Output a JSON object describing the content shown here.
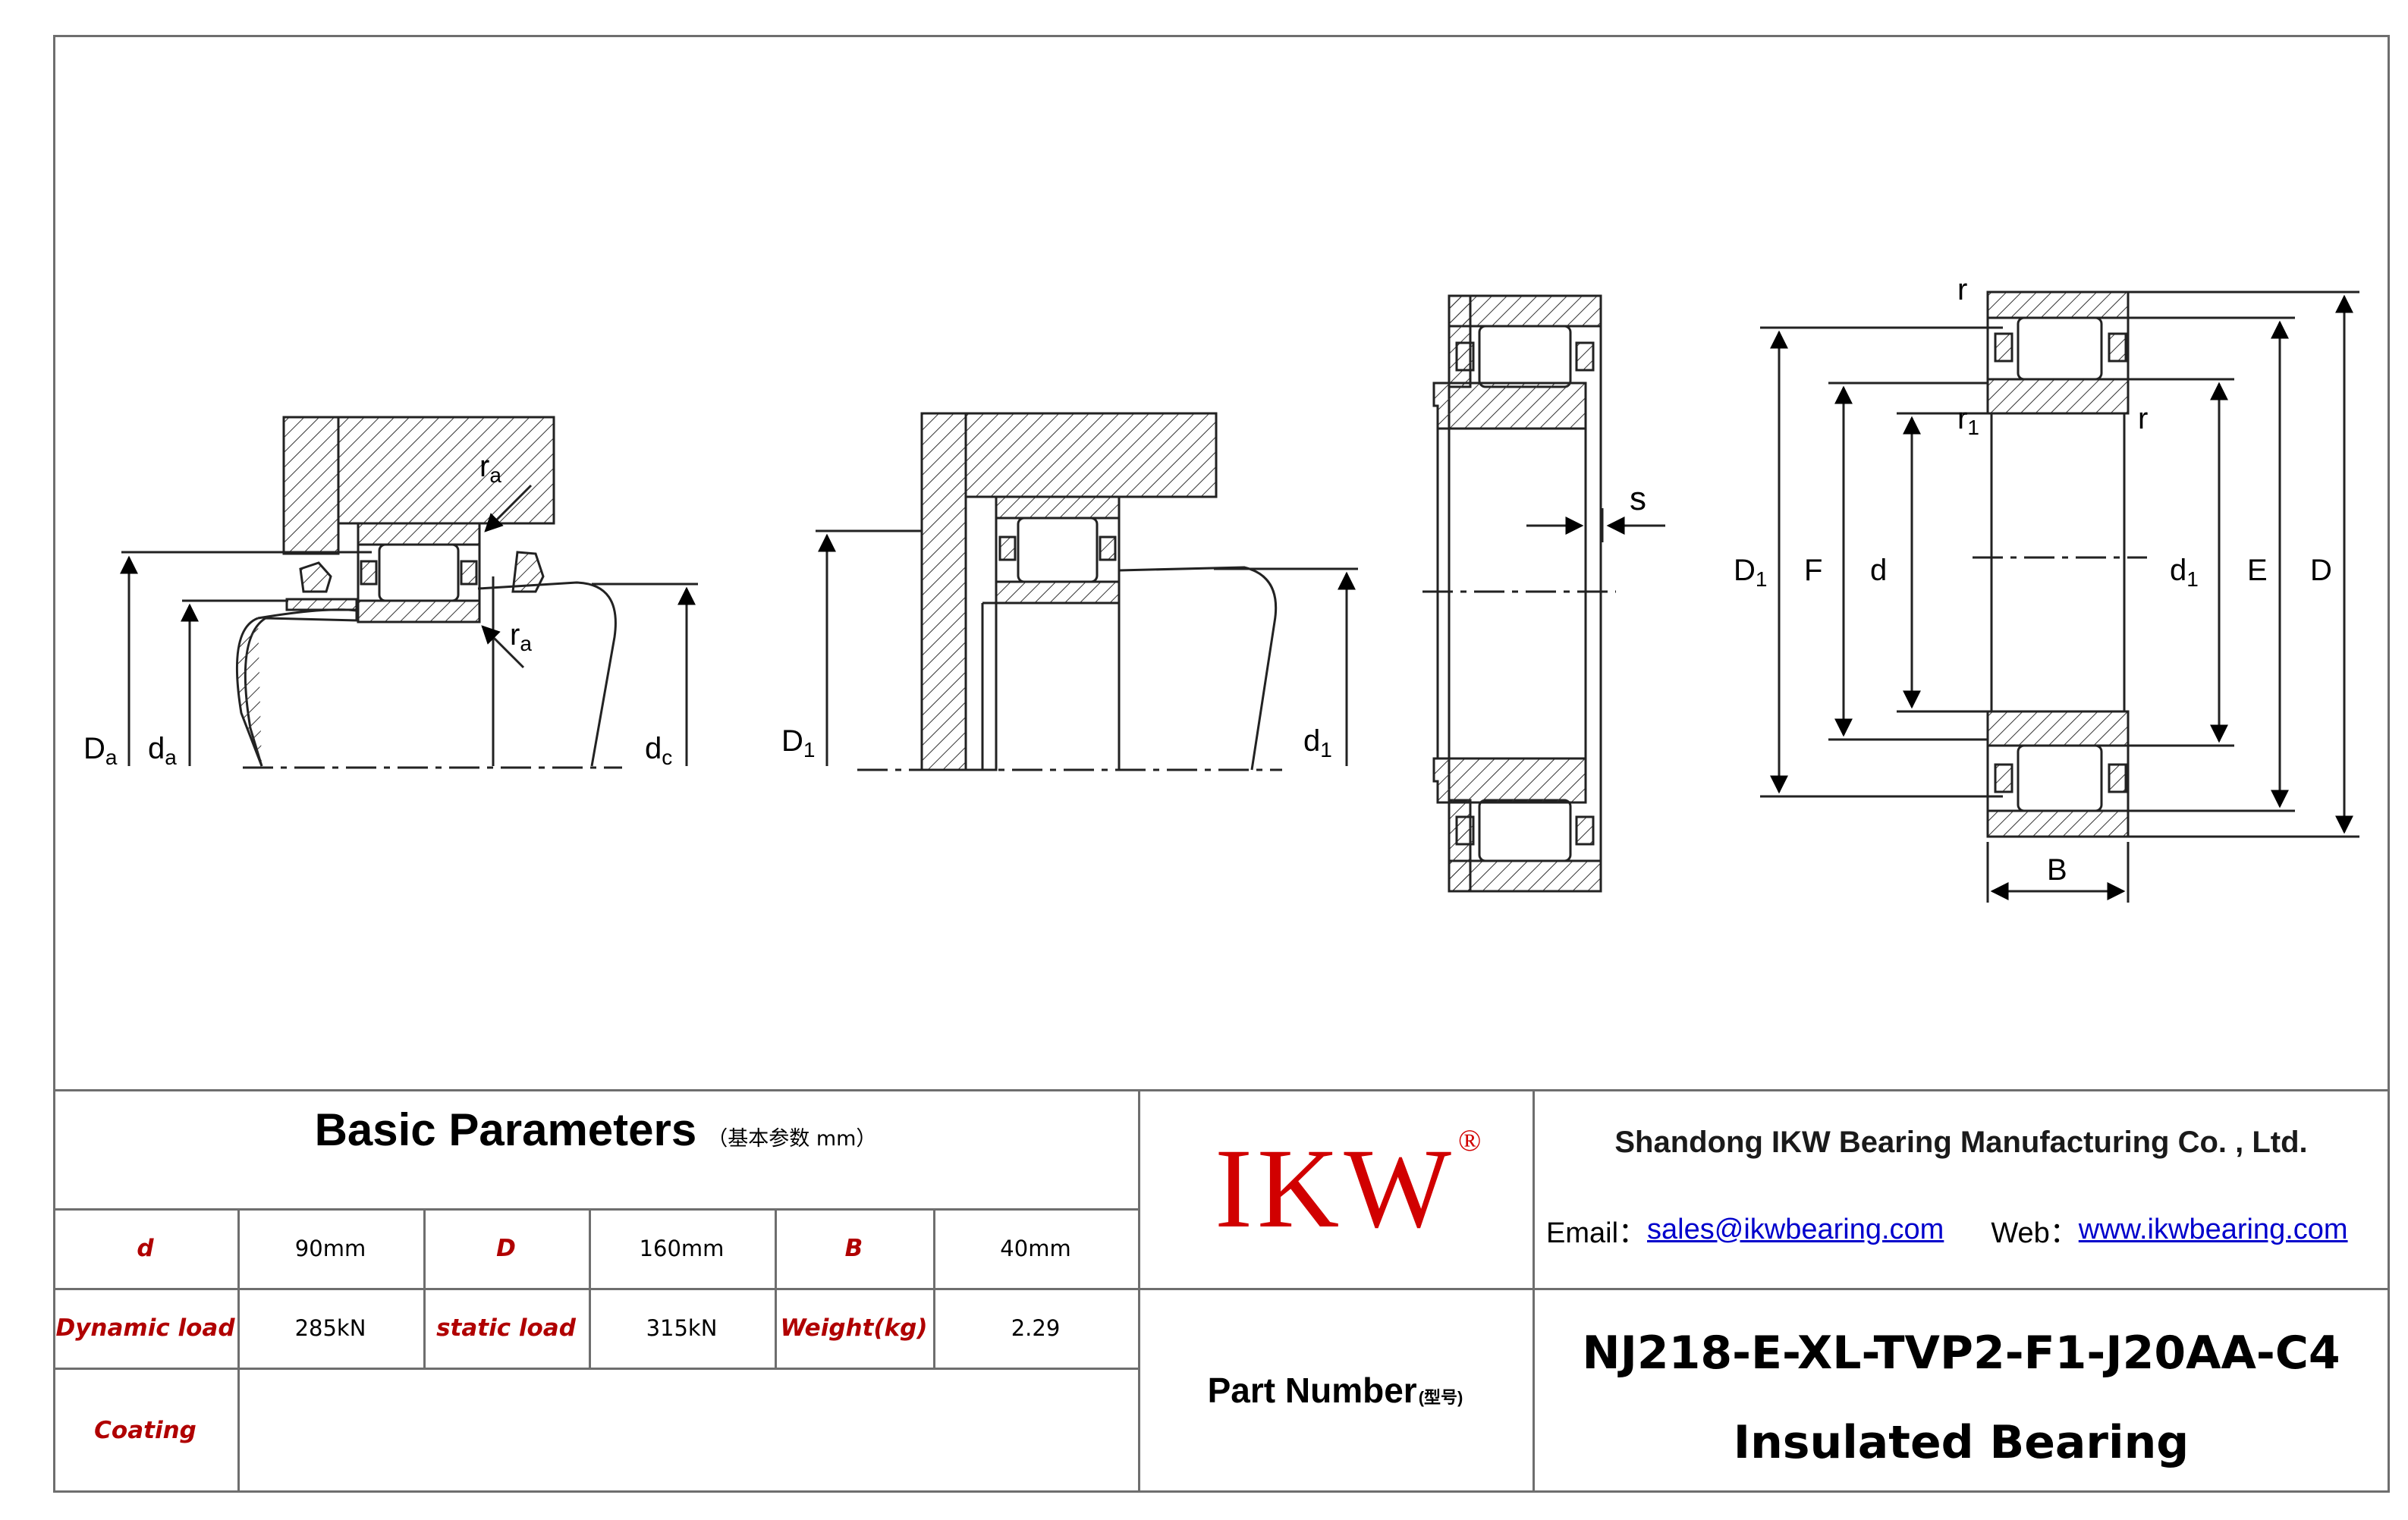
{
  "drawing": {
    "labels": {
      "ra_top": "r",
      "ra_top_sub": "a",
      "ra_bottom": "r",
      "ra_bottom_sub": "a",
      "Da": "D",
      "Da_sub": "a",
      "da": "d",
      "da_sub": "a",
      "dc": "d",
      "dc_sub": "c",
      "D1_left": "D",
      "D1_left_sub": "1",
      "d1_left": "d",
      "d1_left_sub": "1",
      "s": "s",
      "r_top": "r",
      "r1": "r",
      "r1_sub": "1",
      "r_right": "r",
      "D1": "D",
      "D1_sub": "1",
      "F": "F",
      "d": "d",
      "d1": "d",
      "d1_sub": "1",
      "E": "E",
      "D": "D",
      "B": "B"
    }
  },
  "basic_parameters": {
    "title": "Basic Parameters",
    "subtitle": "（基本参数 mm）",
    "rows": [
      [
        {
          "label": "d",
          "value": "90mm"
        },
        {
          "label": "D",
          "value": "160mm"
        },
        {
          "label": "B",
          "value": "40mm"
        }
      ],
      [
        {
          "label": "Dynamic load",
          "value": "285kN"
        },
        {
          "label": "static load",
          "value": "315kN"
        },
        {
          "label": "Weight(kg)",
          "value": "2.29"
        }
      ]
    ],
    "coating_label": "Coating",
    "coating_value": ""
  },
  "logo": {
    "text": "IKW",
    "registered": "®",
    "color": "#d10000"
  },
  "company": {
    "name": "Shandong IKW Bearing Manufacturing Co. , Ltd.",
    "email_label": "Email：",
    "email": "sales@ikwbearing.com",
    "web_label": "Web：",
    "web": "www.ikwbearing.com"
  },
  "part": {
    "label": "Part Number",
    "label_sub": "(型号)",
    "number": "NJ218-E-XL-TVP2-F1-J20AA-C4",
    "type": "Insulated Bearing"
  }
}
